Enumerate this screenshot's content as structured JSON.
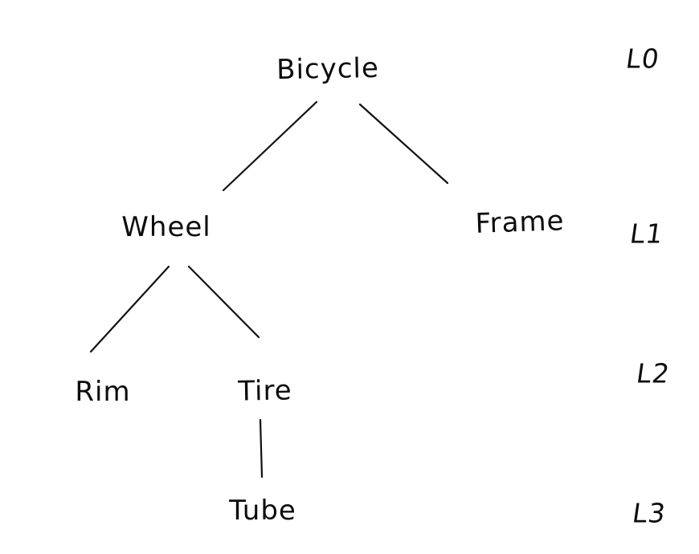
{
  "diagram": {
    "type": "tree",
    "description": "Hand-drawn component hierarchy tree of a bicycle with depth level labels on the right",
    "nodes": {
      "bicycle": {
        "label": "Bicycle",
        "level": 0
      },
      "wheel": {
        "label": "Wheel",
        "level": 1
      },
      "frame": {
        "label": "Frame",
        "level": 1
      },
      "rim": {
        "label": "Rim",
        "level": 2
      },
      "tire": {
        "label": "Tire",
        "level": 2
      },
      "tube": {
        "label": "Tube",
        "level": 3
      }
    },
    "edges": [
      {
        "from": "Bicycle",
        "to": "Wheel"
      },
      {
        "from": "Bicycle",
        "to": "Frame"
      },
      {
        "from": "Wheel",
        "to": "Rim"
      },
      {
        "from": "Wheel",
        "to": "Tire"
      },
      {
        "from": "Tire",
        "to": "Tube"
      }
    ],
    "tree": {
      "name": "Bicycle",
      "children": [
        {
          "name": "Wheel",
          "children": [
            {
              "name": "Rim"
            },
            {
              "name": "Tire",
              "children": [
                {
                  "name": "Tube"
                }
              ]
            }
          ]
        },
        {
          "name": "Frame"
        }
      ]
    },
    "level_labels": {
      "l0": {
        "label": "L0"
      },
      "l1": {
        "label": "L1"
      },
      "l2": {
        "label": "L2"
      },
      "l3": {
        "label": "L3"
      }
    },
    "colors": {
      "ink": "#0d0d0d",
      "background": "#ffffff"
    }
  }
}
